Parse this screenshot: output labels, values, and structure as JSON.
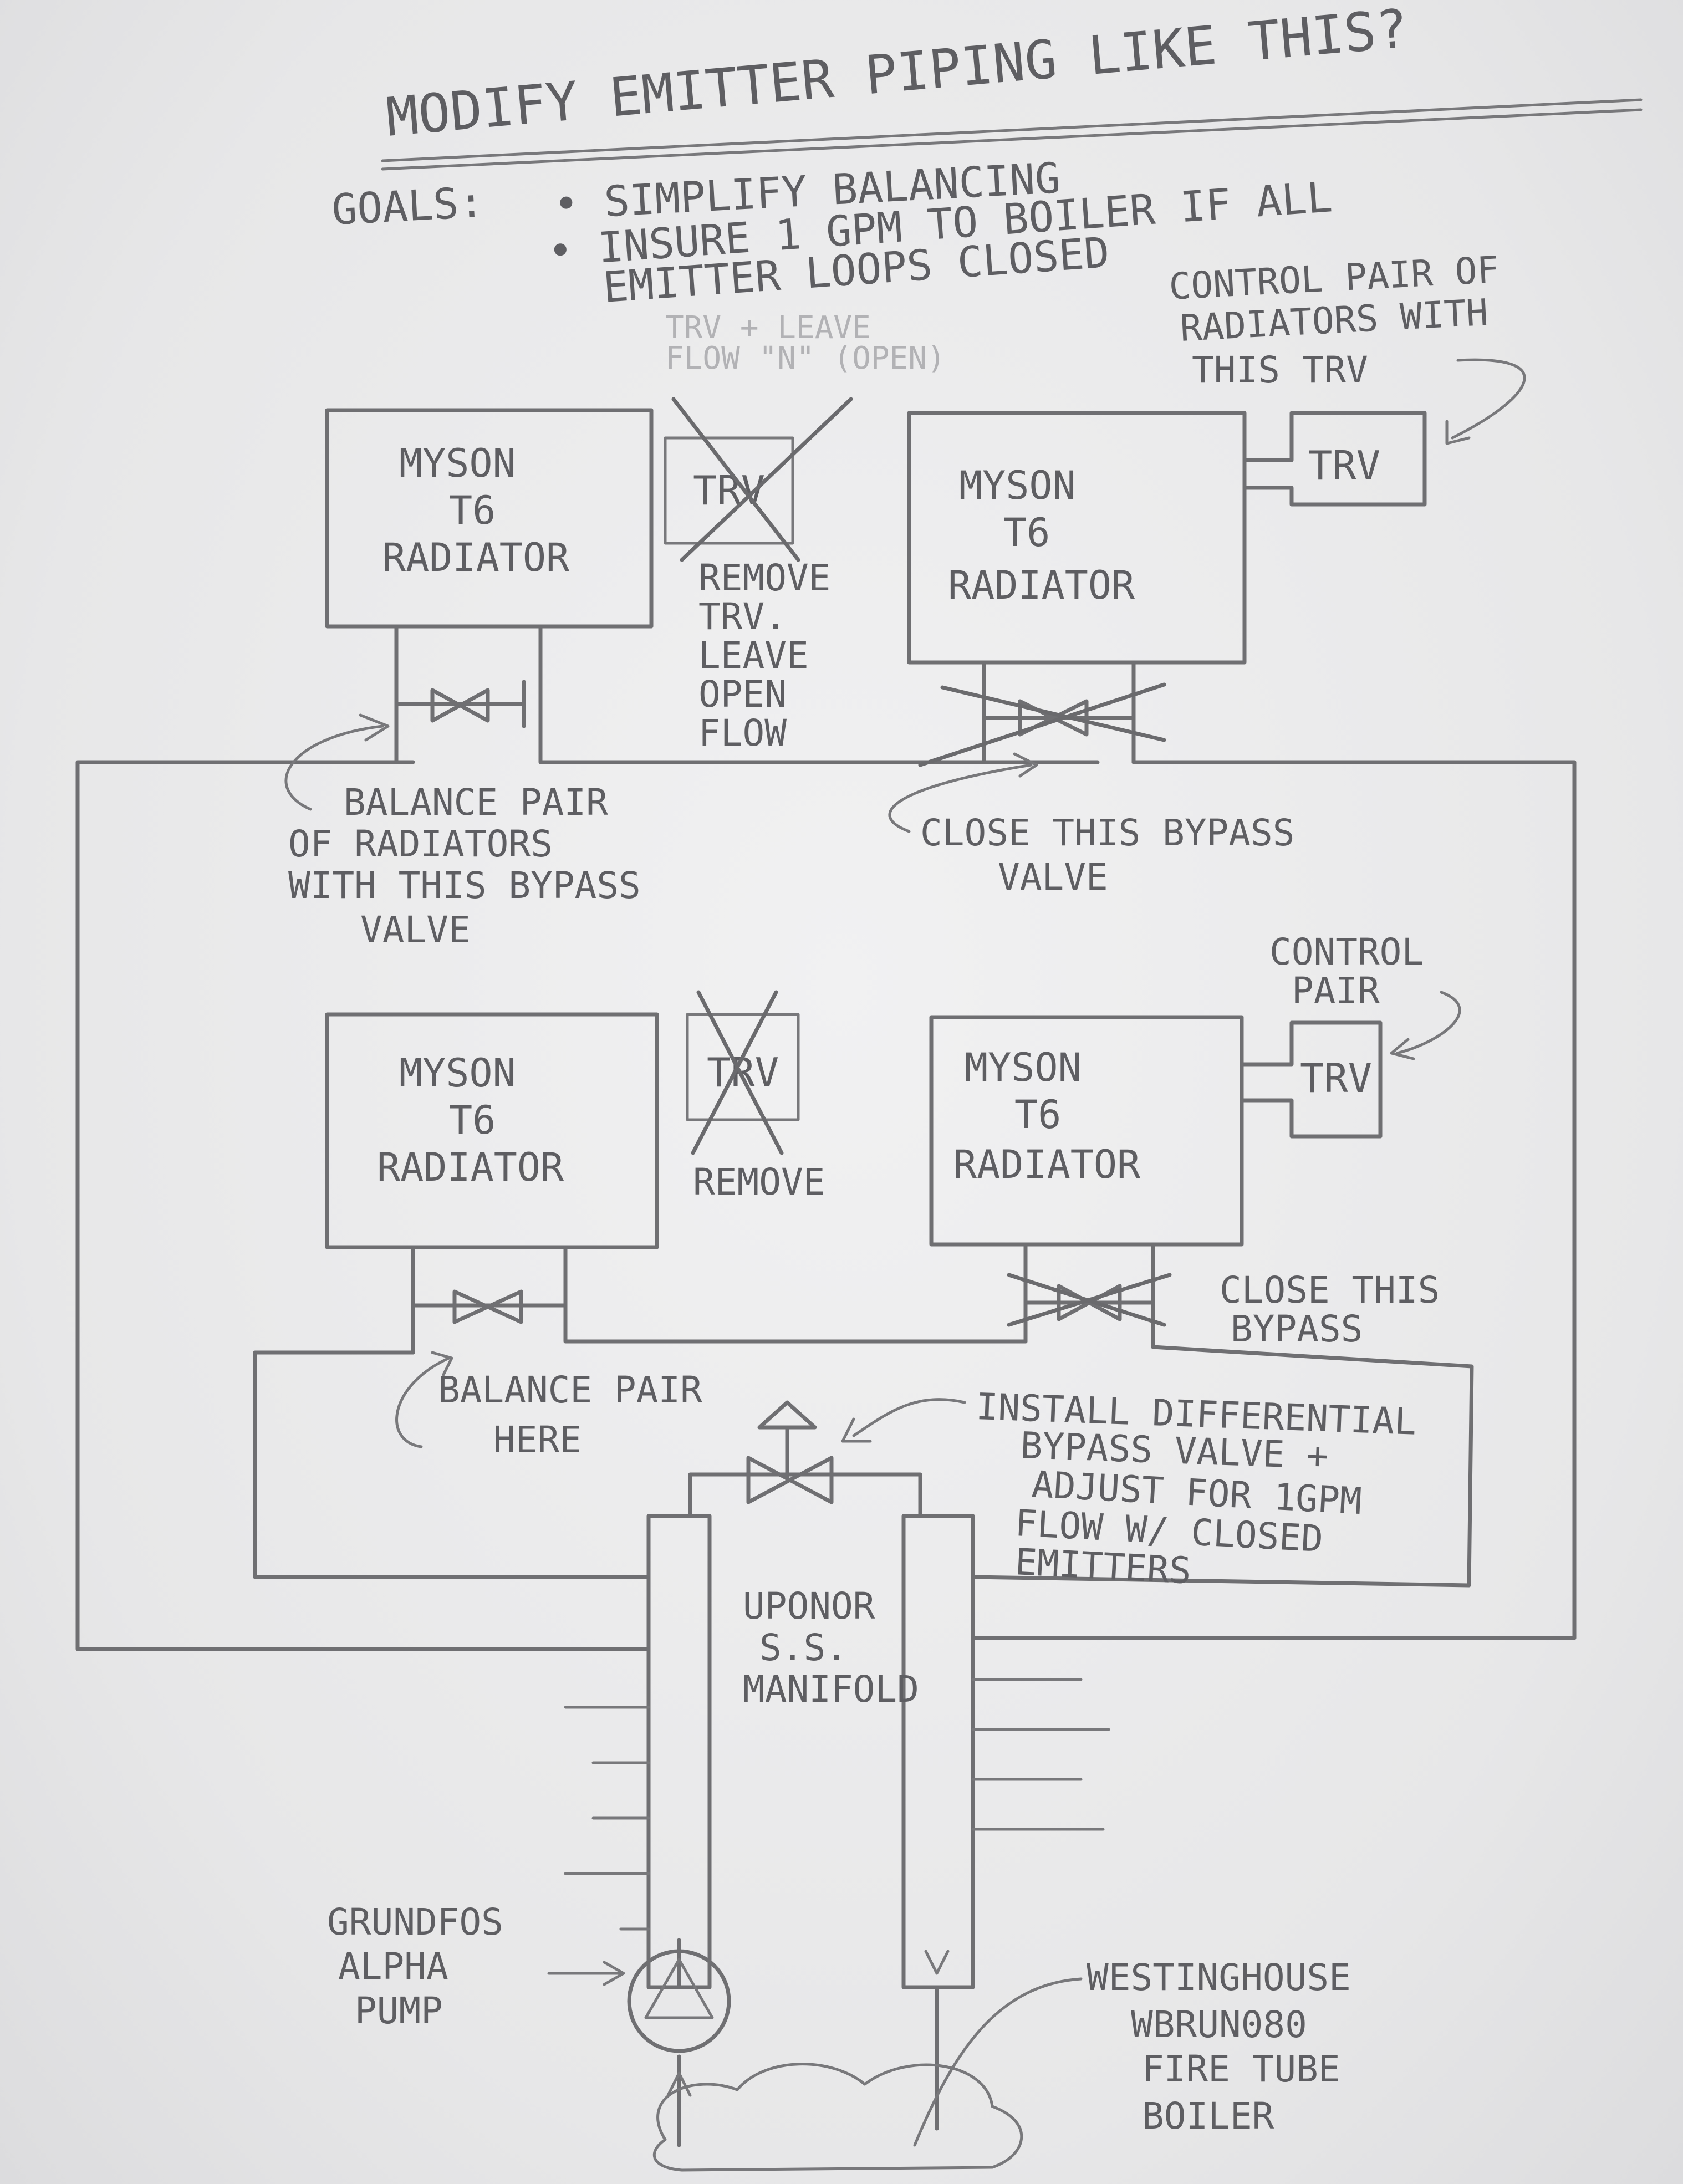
{
  "title": "MODIFY EMITTER PIPING LIKE THIS?",
  "goals": {
    "label": "GOALS:",
    "line1": "• SIMPLIFY BALANCING",
    "line2": "• INSURE 1 GPM TO BOILER IF ALL",
    "line3": "EMITTER LOOPS CLOSED"
  },
  "faint_text": {
    "line1": "TRV + LEAVE",
    "line2": "FLOW \"N\" (OPEN)"
  },
  "radiators": {
    "label_line1": "MYSON",
    "label_line2": "T6",
    "label_line3": "RADIATOR"
  },
  "trv_label": "TRV",
  "notes": {
    "control_pair_top": [
      "CONTROL PAIR OF",
      "RADIATORS WITH",
      "THIS TRV"
    ],
    "remove_trv_top": [
      "REMOVE",
      "TRV.",
      "LEAVE",
      "OPEN",
      "FLOW"
    ],
    "balance_pair_top": [
      "BALANCE PAIR",
      "OF RADIATORS",
      "WITH THIS BYPASS",
      "VALVE"
    ],
    "close_bypass_top": [
      "CLOSE THIS BYPASS",
      "VALVE"
    ],
    "control_pair_bottom": [
      "CONTROL",
      "PAIR"
    ],
    "remove_bottom": "REMOVE",
    "close_bypass_bottom": [
      "CLOSE THIS",
      "BYPASS"
    ],
    "balance_pair_bottom": [
      "BALANCE PAIR",
      "HERE"
    ],
    "install_dbv": [
      "INSTALL DIFFERENTIAL",
      "BYPASS VALVE +",
      "ADJUST FOR 1GPM",
      "FLOW W/ CLOSED",
      "EMITTERS"
    ]
  },
  "manifold": [
    "UPONOR",
    "S.S.",
    "MANIFOLD"
  ],
  "pump": [
    "GRUNDFOS",
    "ALPHA",
    "PUMP"
  ],
  "boiler": [
    "WESTINGHOUSE",
    "WBRUN080",
    "FIRE TUBE",
    "BOILER"
  ]
}
